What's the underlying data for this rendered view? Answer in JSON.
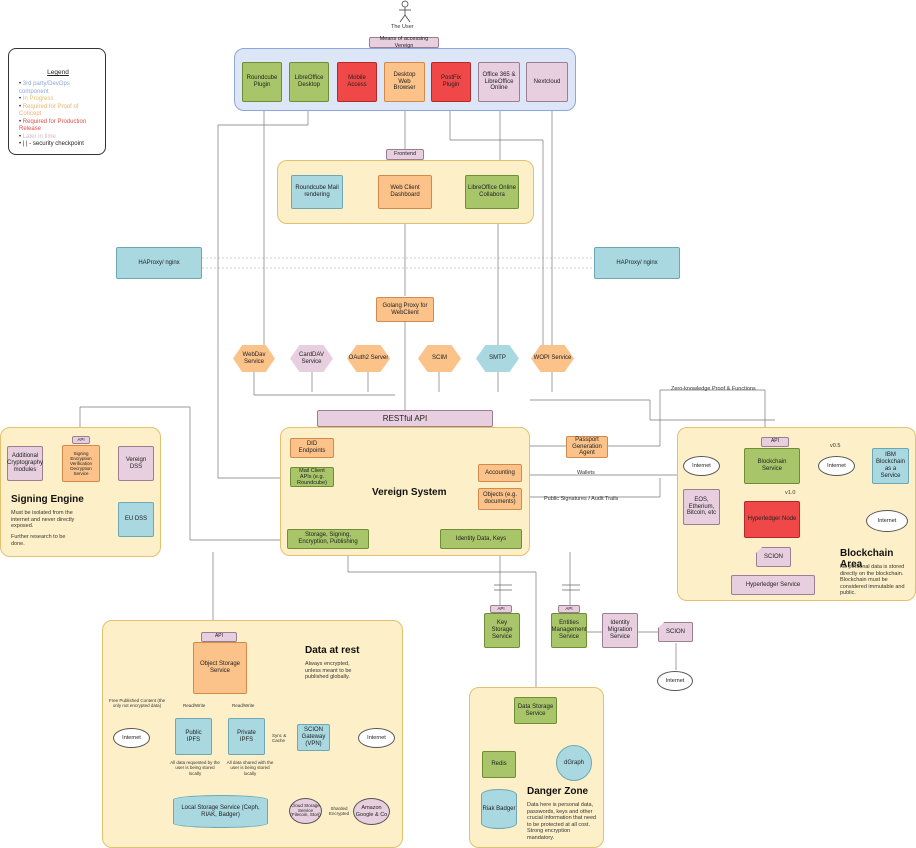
{
  "user": {
    "label": "The User"
  },
  "access": {
    "header": "Means of accessing Vereign",
    "items": [
      "Roundcube Plugin",
      "LibreOffice Desktop",
      "Mobile Access",
      "Desktop Web Browser",
      "PostFix Plugin",
      "Office 365 & LibreOffice Online",
      "Nextcloud"
    ]
  },
  "legend": {
    "title": "Legend",
    "items": [
      {
        "text": "3rd party/DevOps component",
        "color": "#8fa6d8"
      },
      {
        "text": "In Progress",
        "color": "#e2c070"
      },
      {
        "text": "Required for Proof of Concept",
        "color": "#f0b070"
      },
      {
        "text": "Required for Production Release",
        "color": "#e0504a"
      },
      {
        "text": "Later in time",
        "color": "#d0b8cc"
      },
      {
        "text": "| | - security checkpoint",
        "color": "#222222"
      }
    ]
  },
  "frontend": {
    "header": "Frontend",
    "roundcube": "Roundcube Mail rendering",
    "webclient": "Web Client Dashboard",
    "libreoffice": "LibreOffice Online Collabora"
  },
  "haproxy": {
    "left": "HAProxy/ nginx",
    "right": "HAProxy/ nginx"
  },
  "golang": "Golang Proxy for WebClient",
  "services": [
    "WebDav Service",
    "CardDAV Service",
    "OAuth2 Server",
    "SCIM",
    "SMTP",
    "WOPI Service"
  ],
  "restful": "RESTful API",
  "zkp": "Zero-knowledge Proof & Functions",
  "vereign": {
    "title": "Vereign System",
    "did": "DID Endpoints",
    "mailclient": "Mail Client APIs (e.g. Roundcube)",
    "accounting": "Accounting",
    "objects": "Objects (e.g. documents)",
    "storage": "Storage, Signing, Encryption, Publishing",
    "identity": "Identity Data, Keys"
  },
  "passport": "Passport Generation Agent",
  "wallets": "Wallets",
  "public_sig": "Public Signatures / Audit Trails",
  "signing": {
    "title": "Signing Engine",
    "api": "API",
    "crypto": "Additional Cryptography modules",
    "service": "Signing Encryption Verification Decryption Service",
    "vereign_dss": "Vereign DSS",
    "eu_dss": "EU DSS",
    "note1": "Must be isolated from the internet and never directly exposed.",
    "note2": "Further research to be done."
  },
  "blockchain": {
    "title": "Blockchain Area",
    "api": "API",
    "internet1": "Internet",
    "service": "Blockchain Service",
    "internet2": "Internet",
    "ibm": "IBM Blockchain as a Service",
    "v05": "v0.5",
    "v10": "v1.0",
    "eos": "EOS, Etherium, Bitcoin, etc",
    "hyperledger": "Hyperledger Node",
    "internet3": "Internet",
    "scion": "SCION",
    "hservice": "Hyperledger Service",
    "note": "No personal data is stored directly on the blockchain. Blockchain must be considered immutable and public."
  },
  "rest": {
    "title": "Data at rest",
    "note": "Always encrypted, unless meant to be published globally.",
    "api": "API",
    "object_storage": "Object Storage Service",
    "free": "Free Published Content (the only not encrypted data)",
    "rw1": "Read/Write",
    "rw2": "Read/Write",
    "internet_l": "Internet",
    "public_ipfs": "Public IPFS",
    "private_ipfs": "Private IPFS",
    "sync": "Sync & Cache",
    "scion_gw": "SCION Gateway (VPN)",
    "internet_r": "Internet",
    "note_pub": "All data requested by the user is being stored locally",
    "note_priv": "All data shared with the user is being stored locally",
    "local": "Local Storage Service (Ceph, RIAK, Badger)",
    "cloud": "Cloud Storage Service (Filecoin, Storj)",
    "sharded": "Sharded Encrypted",
    "amazon": "Amazon Google & Co"
  },
  "keystore": {
    "api": "API",
    "label": "Key Storage Service"
  },
  "entities": {
    "api": "API",
    "label": "Entities Management Service"
  },
  "migration": "Identity Migration Service",
  "scion_right": "SCION",
  "internet_right": "Internet",
  "danger": {
    "title": "Danger Zone",
    "data_storage": "Data Storage Service",
    "redis": "Redis",
    "dgraph": "dGraph",
    "riak": "Riak Badger",
    "note": "Data here is personal data, passwords, keys and other crucial information that need to be protected at all cost. Strong encryption mandatory."
  }
}
